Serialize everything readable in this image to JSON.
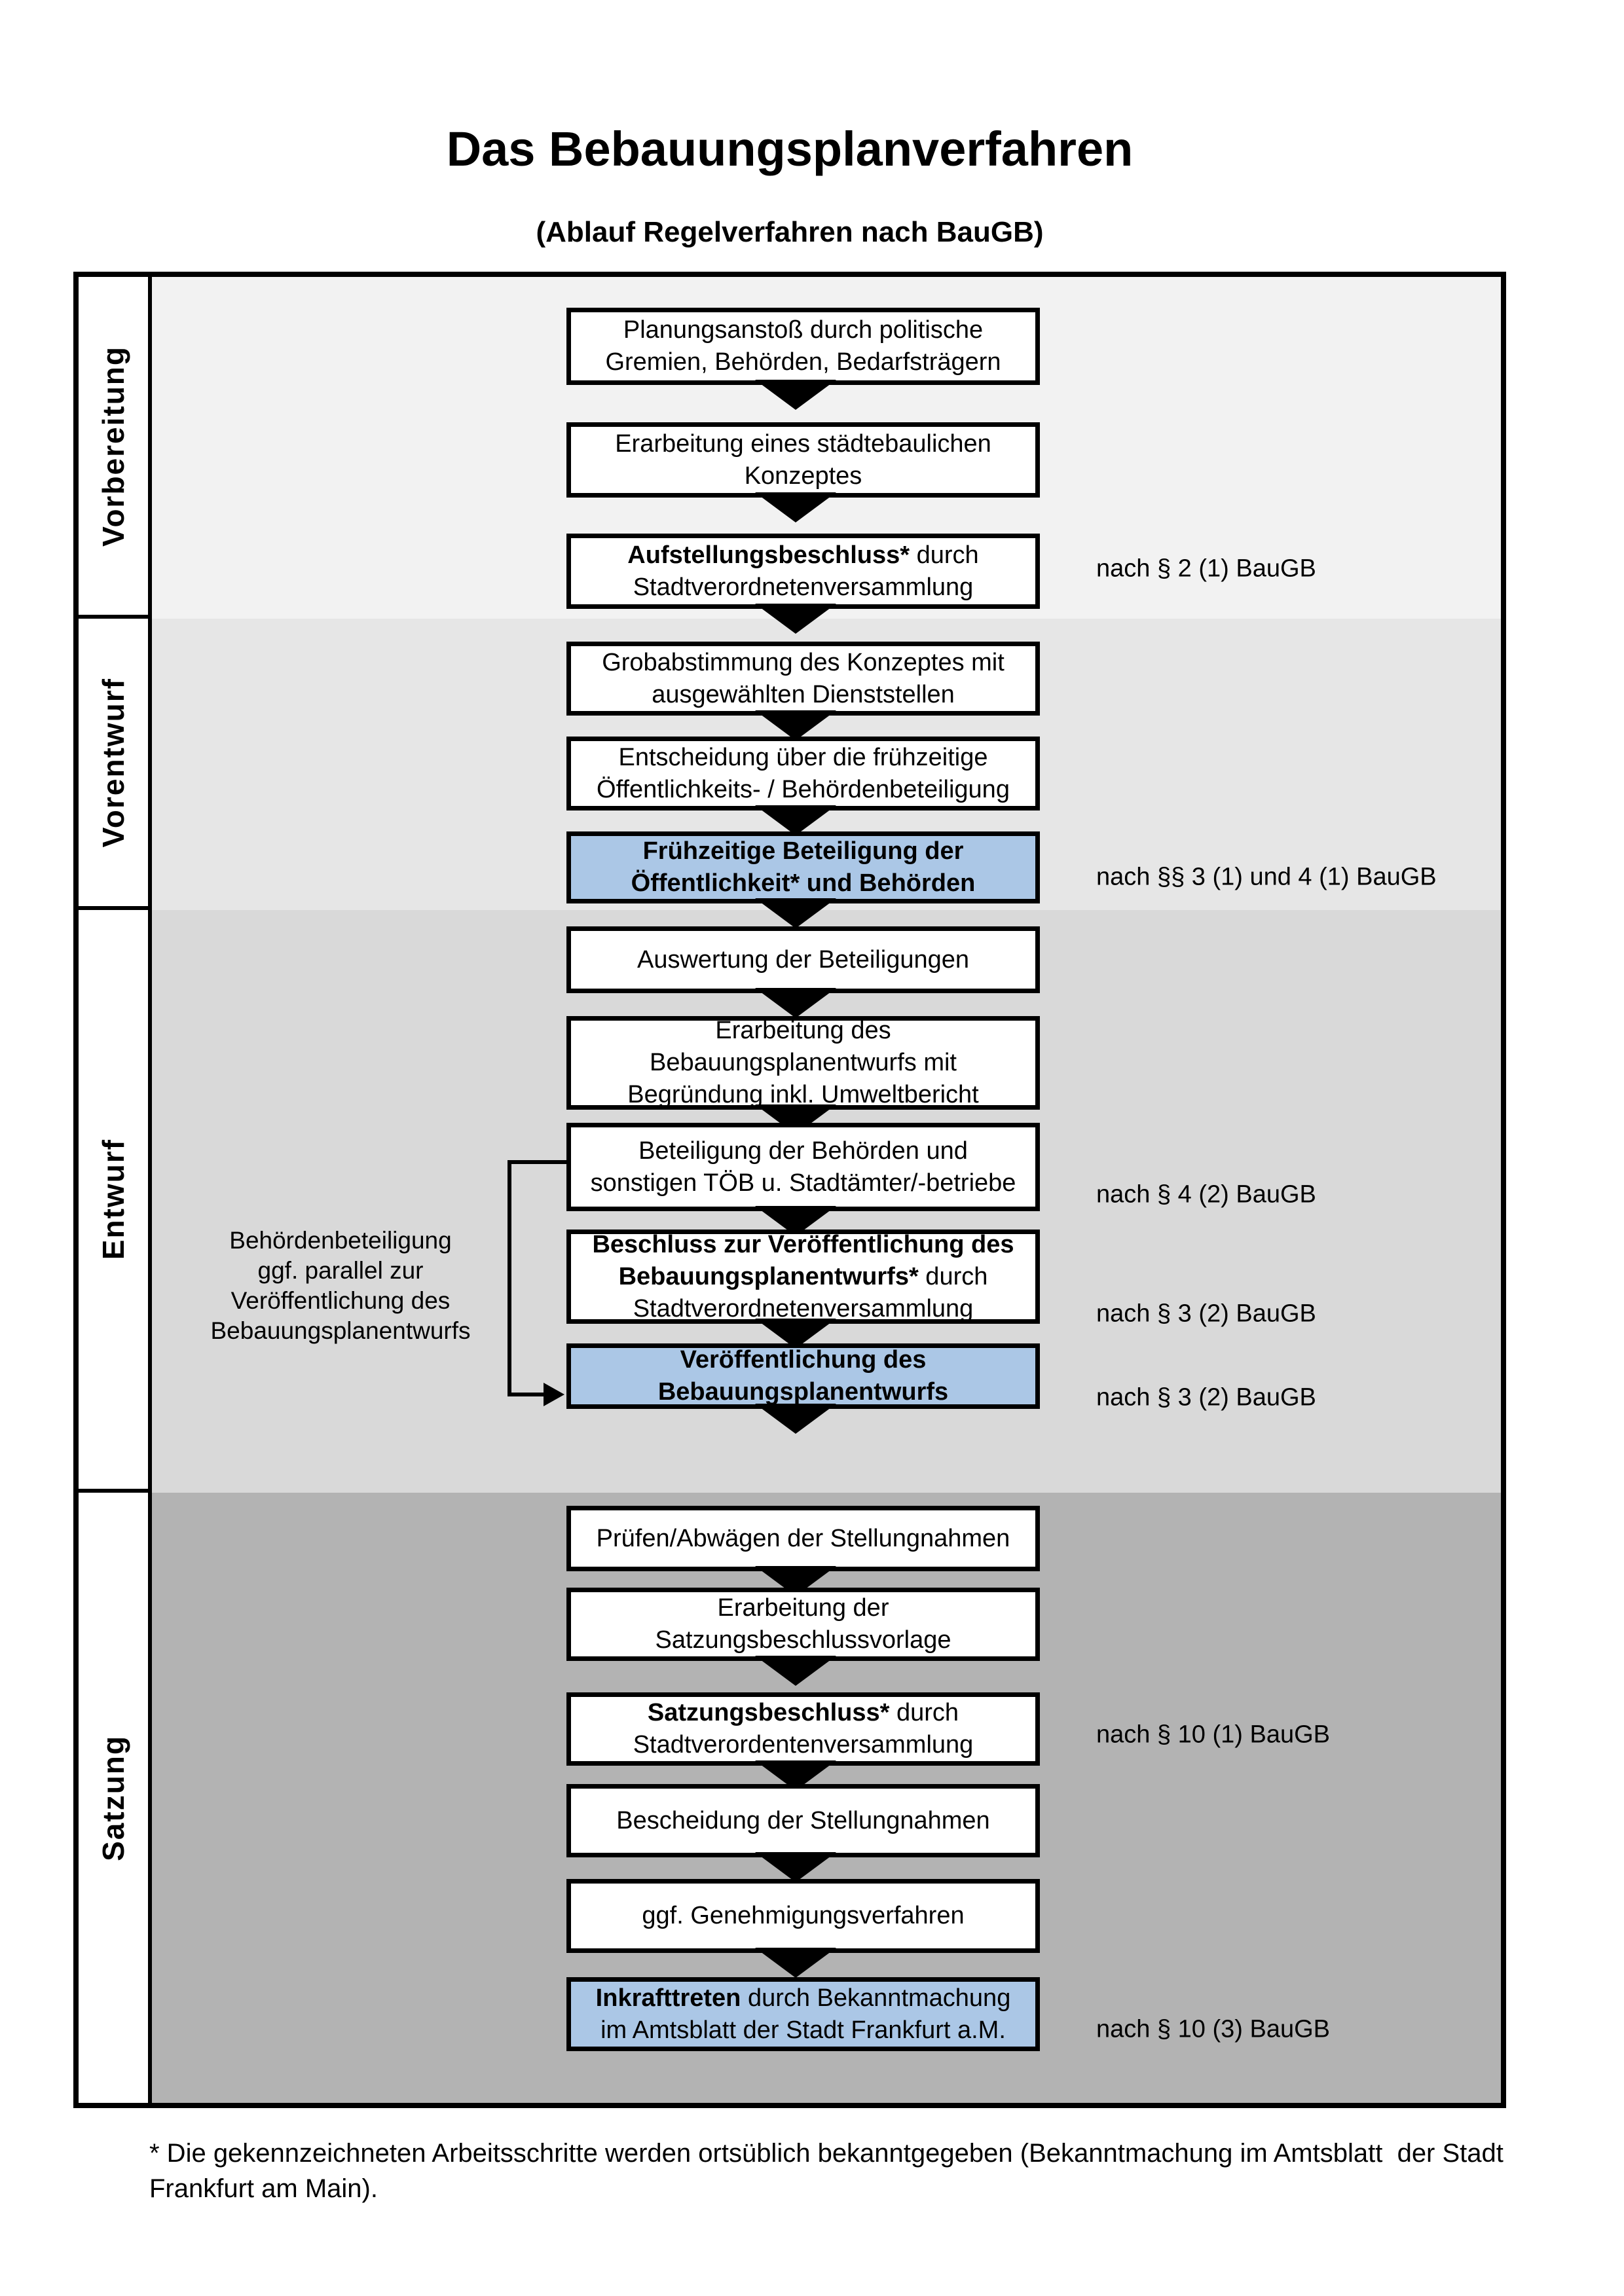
{
  "page": {
    "title": "Das Bebauungsplanverfahren",
    "subtitle": "(Ablauf Regelverfahren nach BauGB)"
  },
  "colors": {
    "accent_blue": "#abc7e6",
    "band_vorbereitung": "#f2f2f2",
    "band_vorentwurf": "#e6e6e6",
    "band_entwurf": "#d9d9d9",
    "band_satzung": "#b3b3b3",
    "box_border": "#000000"
  },
  "phases": [
    {
      "label": "Vorbereitung"
    },
    {
      "label": "Vorentwurf"
    },
    {
      "label": "Entwurf"
    },
    {
      "label": "Satzung"
    }
  ],
  "flow": {
    "steps": [
      {
        "bold": "",
        "rest": "Planungsanstoß durch politische\nGremien, Behörden, Bedarfsträgern",
        "highlight": false
      },
      {
        "bold": "",
        "rest": "Erarbeitung eines städtebaulichen\nKonzeptes",
        "highlight": false
      },
      {
        "bold": "Aufstellungsbeschluss*",
        "rest": " durch\nStadtverordnetenversammlung",
        "highlight": false
      },
      {
        "bold": "",
        "rest": "Grobabstimmung des Konzeptes mit\nausgewählten Dienststellen",
        "highlight": false
      },
      {
        "bold": "",
        "rest": "Entscheidung über die frühzeitige\nÖffentlichkeits- / Behördenbeteiligung",
        "highlight": false
      },
      {
        "bold": "Frühzeitige Beteiligung der\nÖffentlichkeit* und Behörden",
        "rest": "",
        "highlight": true
      },
      {
        "bold": "",
        "rest": "Auswertung der Beteiligungen",
        "highlight": false
      },
      {
        "bold": "",
        "rest": "Erarbeitung des\nBebauungsplanentwurfs mit\nBegründung inkl. Umweltbericht",
        "highlight": false
      },
      {
        "bold": "",
        "rest": "Beteiligung der Behörden und\nsonstigen TÖB u. Stadtämter/-betriebe",
        "highlight": false
      },
      {
        "bold": "Beschluss zur Veröffentlichung des\nBebauungsplanentwurfs*",
        "rest": " durch\nStadtverordnetenversammlung",
        "highlight": false
      },
      {
        "bold": "Veröffentlichung des\nBebauungsplanentwurfs",
        "rest": "",
        "highlight": true
      },
      {
        "bold": "",
        "rest": "Prüfen/Abwägen der Stellungnahmen",
        "highlight": false
      },
      {
        "bold": "",
        "rest": "Erarbeitung der\nSatzungsbeschlussvorlage",
        "highlight": false
      },
      {
        "bold": "Satzungsbeschluss*",
        "rest": " durch\nStadtverordentenversammlung",
        "highlight": false
      },
      {
        "bold": "",
        "rest": "Bescheidung der Stellungnahmen",
        "highlight": false
      },
      {
        "bold": "",
        "rest": "ggf. Genehmigungsverfahren",
        "highlight": false
      },
      {
        "bold": "Inkrafttreten",
        "rest": " durch Bekanntmachung\nim Amtsblatt der Stadt Frankfurt a.M.",
        "highlight": true
      }
    ]
  },
  "references": [
    {
      "text": "nach § 2 (1) BauGB"
    },
    {
      "text": "nach §§ 3 (1) und 4 (1) BauGB"
    },
    {
      "text": "nach § 4 (2) BauGB"
    },
    {
      "text": "nach § 3 (2) BauGB"
    },
    {
      "text": "nach § 3 (2) BauGB"
    },
    {
      "text": "nach § 10 (1) BauGB"
    },
    {
      "text": "nach § 10 (3) BauGB"
    }
  ],
  "annotation": {
    "text": "Behördenbeteiligung\nggf. parallel zur\nVeröffentlichung des\nBebauungsplanentwurfs"
  },
  "footnote": {
    "text": "* Die gekennzeichneten Arbeitsschritte werden ortsüblich bekanntgegeben (Bekanntmachung im Amtsblatt  der Stadt\nFrankfurt am Main)."
  }
}
